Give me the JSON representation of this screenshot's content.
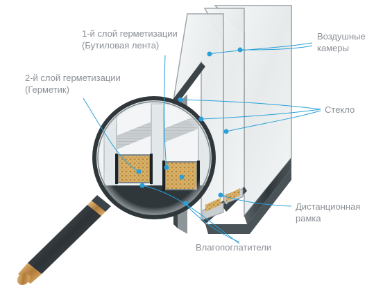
{
  "labels": {
    "seal1": {
      "line1": "1-й слой герметизации",
      "line2": "(Бутиловая лента)"
    },
    "seal2": {
      "line1": "2-й слой герметизации",
      "line2": "(Герметик)"
    },
    "air_chambers": {
      "line1": "Воздушные",
      "line2": "камеры"
    },
    "glass": "Стекло",
    "spacer": {
      "line1": "Дистанционная",
      "line2": "рамка"
    },
    "desiccant": "Влагопоглатители"
  },
  "colors": {
    "label_text": "#8a8f96",
    "pointer_line": "#2aa0d8",
    "frame_dark": "#3b4449",
    "glass_tint": "#eef1f2",
    "desiccant": "#d9b36a"
  }
}
